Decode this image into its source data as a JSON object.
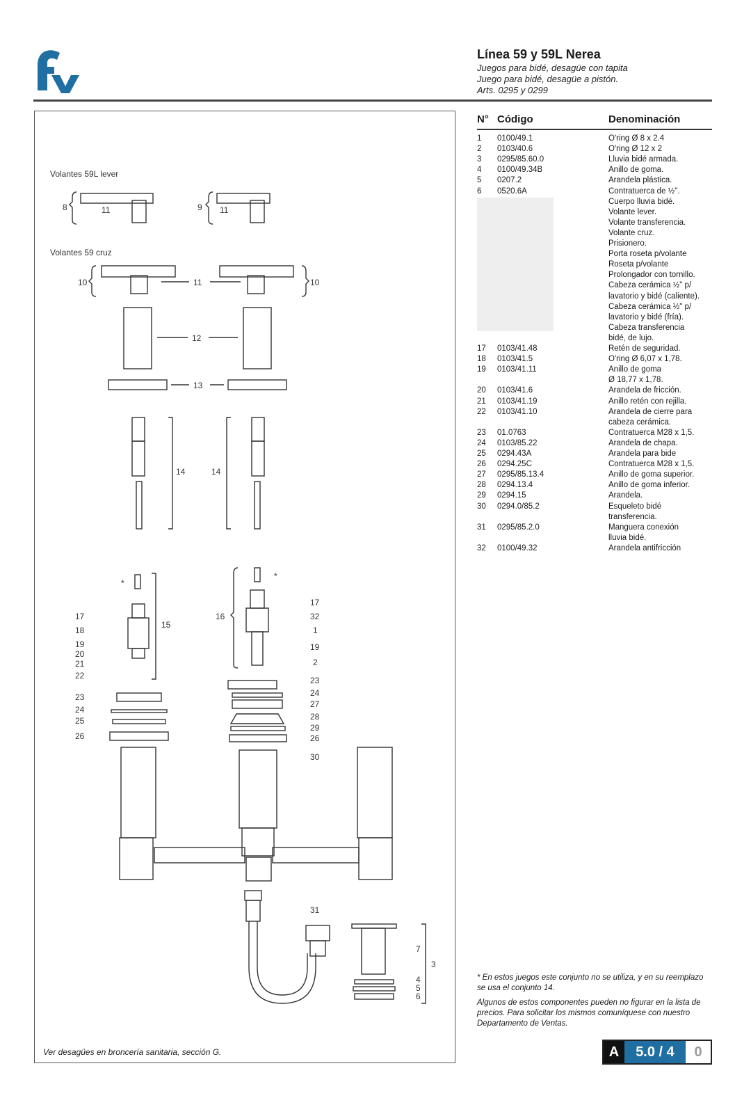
{
  "header": {
    "title": "Línea 59 y 59L Nerea",
    "subtitle_lines": [
      "Juegos para bidé, desagüe con tapita",
      "Juego para bidé, desagüe a pistón.",
      "Arts. 0295 y 0299"
    ]
  },
  "table": {
    "headers": {
      "num": "N°",
      "code": "Código",
      "name": "Denominación"
    },
    "rows": [
      {
        "n": "1",
        "c": "0100/49.1",
        "d": "O'ring Ø 8 x 2.4"
      },
      {
        "n": "2",
        "c": "0103/40.6",
        "d": "O'ring Ø 12 x 2"
      },
      {
        "n": "3",
        "c": "0295/85.60.0",
        "d": "Lluvia bidé armada."
      },
      {
        "n": "4",
        "c": "0100/49.34B",
        "d": "Anillo de goma."
      },
      {
        "n": "5",
        "c": "0207.2",
        "d": "Arandela plástica."
      },
      {
        "n": "6",
        "c": "0520.6A",
        "d": "Contratuerca de ½\"."
      },
      {
        "n": "",
        "c": "",
        "d": "Cuerpo lluvia bidé."
      },
      {
        "n": "",
        "c": "",
        "d": "Volante lever."
      },
      {
        "n": "",
        "c": "",
        "d": "Volante transferencia."
      },
      {
        "n": "",
        "c": "",
        "d": "Volante cruz."
      },
      {
        "n": "",
        "c": "",
        "d": "Prisionero."
      },
      {
        "n": "",
        "c": "",
        "d": "Porta roseta p/volante"
      },
      {
        "n": "",
        "c": "",
        "d": "Roseta p/volante"
      },
      {
        "n": "",
        "c": "",
        "d": "Prolongador con tornillo."
      },
      {
        "n": "",
        "c": "",
        "d": "Cabeza cerámica ½\" p/"
      },
      {
        "n": "",
        "c": "",
        "d": "lavatorio y bidé (caliente)."
      },
      {
        "n": "",
        "c": "",
        "d": "Cabeza cerámica ½\" p/"
      },
      {
        "n": "",
        "c": "",
        "d": "lavatorio y bidé (fría)."
      },
      {
        "n": "",
        "c": "",
        "d": "Cabeza transferencia"
      },
      {
        "n": "",
        "c": "",
        "d": "bidé, de lujo."
      },
      {
        "n": "17",
        "c": "0103/41.48",
        "d": "Retén de seguridad."
      },
      {
        "n": "18",
        "c": "0103/41.5",
        "d": "O'ring Ø 6,07 x 1,78."
      },
      {
        "n": "19",
        "c": "0103/41.11",
        "d": "Anillo de goma"
      },
      {
        "n": "",
        "c": "",
        "d": "Ø 18,77 x 1,78."
      },
      {
        "n": "20",
        "c": "0103/41.6",
        "d": "Arandela de fricción."
      },
      {
        "n": "21",
        "c": "0103/41.19",
        "d": "Anillo retén con rejilla."
      },
      {
        "n": "22",
        "c": "0103/41.10",
        "d": "Arandela de cierre para"
      },
      {
        "n": "",
        "c": "",
        "d": "cabeza cerámica."
      },
      {
        "n": "23",
        "c": "01.0763",
        "d": "Contratuerca M28 x 1,5."
      },
      {
        "n": "24",
        "c": "0103/85.22",
        "d": "Arandela de chapa."
      },
      {
        "n": "25",
        "c": "0294.43A",
        "d": "Arandela para bide"
      },
      {
        "n": "26",
        "c": "0294.25C",
        "d": "Contratuerca M28 x 1,5."
      },
      {
        "n": "27",
        "c": "0295/85.13.4",
        "d": "Anillo de goma superior."
      },
      {
        "n": "28",
        "c": "0294.13.4",
        "d": "Anillo de goma inferior."
      },
      {
        "n": "29",
        "c": "0294.15",
        "d": "Arandela."
      },
      {
        "n": "30",
        "c": "0294.0/85.2",
        "d": "Esqueleto bidé"
      },
      {
        "n": "",
        "c": "",
        "d": "transferencia."
      },
      {
        "n": "31",
        "c": "0295/85.2.0",
        "d": "Manguera conexión"
      },
      {
        "n": "",
        "c": "",
        "d": "lluvia bidé."
      },
      {
        "n": "32",
        "c": "0100/49.32",
        "d": "Arandela antifricción"
      }
    ]
  },
  "diagram": {
    "label_59l": "Volantes 59L lever",
    "label_59": "Volantes 59 cruz",
    "callouts": [
      "8",
      "11",
      "9",
      "11",
      "10",
      "11",
      "10",
      "12",
      "13",
      "14",
      "14",
      "15",
      "16",
      "17",
      "18",
      "19",
      "20",
      "21",
      "22",
      "23",
      "24",
      "25",
      "26",
      "17",
      "32",
      "1",
      "19",
      "2",
      "23",
      "24",
      "27",
      "28",
      "29",
      "26",
      "30",
      "31",
      "7",
      "3",
      "4",
      "5",
      "6",
      "*",
      "*"
    ]
  },
  "notes": {
    "asterisk": "* En estos juegos este conjunto no se utiliza, y en su reemplazo se usa el conjunto 14.",
    "availability": "Algunos de estos componentes pueden no figurar en la lista de precios. Para solicitar los mismos comuníquese con nuestro Departamento de Ventas.",
    "footer": "Ver desagües en broncería sanitaria, sección G."
  },
  "pager": {
    "section": "A",
    "page": "5.0 / 4",
    "suffix": "0"
  },
  "colors": {
    "brand_blue": "#1f6fa3",
    "rule": "#444444"
  }
}
